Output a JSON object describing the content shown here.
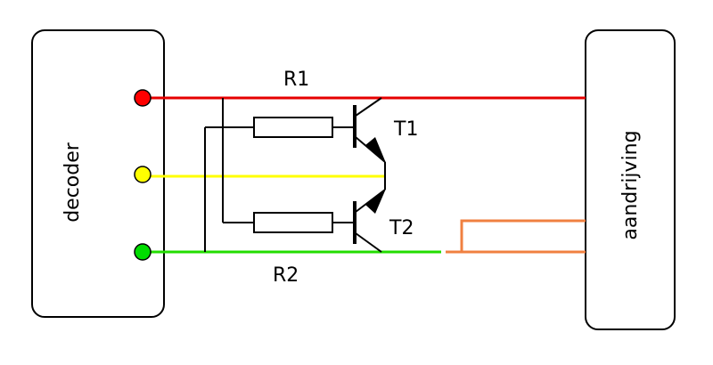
{
  "blocks": {
    "decoder": "decoder",
    "drive": "aandrijving"
  },
  "labels": {
    "r1": "R1",
    "r2": "R2",
    "t1": "T1",
    "t2": "T2"
  },
  "colors": {
    "red_wire": "#e60000",
    "yellow_wire": "#ffff00",
    "green_wire": "#22dd00",
    "orange_wire": "#f08040",
    "red_terminal": "#ff0000",
    "yellow_terminal": "#ffff00",
    "green_terminal": "#00dd00",
    "line": "#000000"
  }
}
